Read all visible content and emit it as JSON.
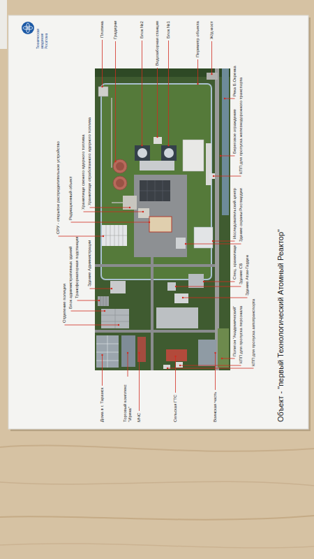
{
  "diagram": {
    "title": "Объект - \"первый Технологический Атомный Реактор\"",
    "labels": [
      "Техническая академия Росатома",
      "Плотина",
      "Градирни",
      "Блок №2",
      "Водозаборная станция",
      "Блок №1",
      "Периметр объекта",
      "Ж/д мост",
      "Река Б.Окренка",
      "Береговое ограждение",
      "КПП для пропуска железнодорожного транспорта",
      "Исследовательский центр",
      "Здание охраны Росгвардии",
      "Спец. хранилище",
      "Здание СБ",
      "Здание Атом-Гарден",
      "Полигон \"Академический\"",
      "КПП для пропуска персонала",
      "КПП для пропуска автотранспорта",
      "Хранилище отработанного ядерного топлива",
      "Хранилище свежего ядерного топлива",
      "ОРУ - открытое распределительное устройство",
      "Радиационный объект",
      "Здание Администрации",
      "Трансформаторная подстанция",
      "Блок административных зданий",
      "Отделение полиции",
      "Дома в г. Тарамск",
      "Торговый комплекс \"Ирина\"",
      "МЧС",
      "Сельская ГТС",
      "Воинская часть"
    ]
  }
}
